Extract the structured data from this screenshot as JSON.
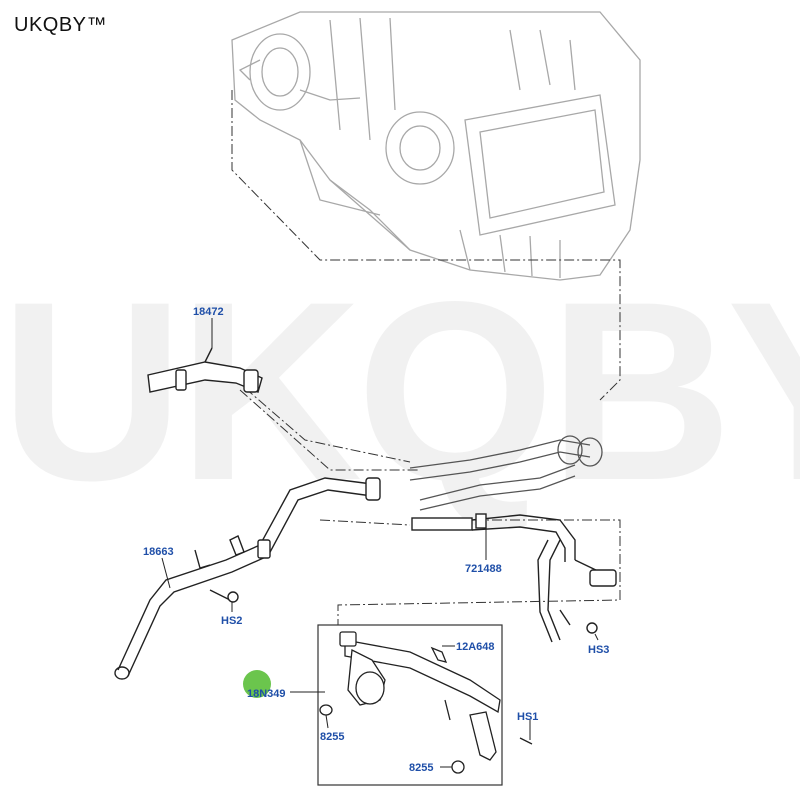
{
  "brand": {
    "text": "UKQBY™"
  },
  "watermark": {
    "text": "UKQBY™"
  },
  "colors": {
    "callout": "#1f4fa8",
    "line": "#222222",
    "unit": "#9a9a9a",
    "highlight": "#5bbf3a"
  },
  "callouts": {
    "c18472": "18472",
    "c18663": "18663",
    "c721488": "721488",
    "c12A648": "12A648",
    "c18N349": "18N349",
    "cHS1": "HS1",
    "cHS2": "HS2",
    "cHS3": "HS3",
    "c8255a": "8255",
    "c8255b": "8255"
  }
}
